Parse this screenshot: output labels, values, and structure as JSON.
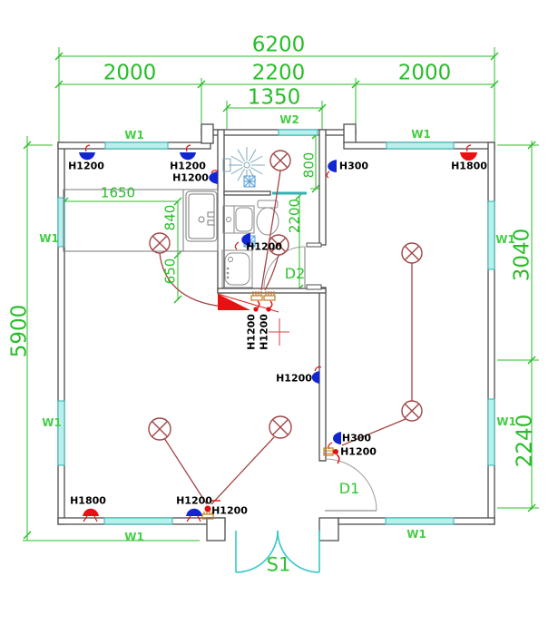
{
  "drawing_type": "residential electrical / lighting floor plan",
  "colors": {
    "dimension_green": "#28bd28",
    "wall_gray": "#4f4f4f",
    "window_fill": "#b8f0ee",
    "window_border": "#2fb3b3",
    "wire_red": "#a34545",
    "device_red": "#e81010",
    "device_blue": "#1325d0",
    "switch_orange": "#c8791e",
    "fixture_gray": "#8a8a8a",
    "entry_door_cyan": "#35c8c8"
  },
  "dims": {
    "d6200": "6200",
    "d2000": "2000",
    "d2200": "2200",
    "d1350": "1350",
    "d5900": "5900",
    "d3040": "3040",
    "d2240": "2240",
    "d1650": "1650",
    "d840": "840",
    "d650": "650",
    "d800": "800",
    "d2200i": "2200"
  },
  "marks": {
    "w1": "W1",
    "w2": "W2",
    "d1": "D1",
    "d2": "D2",
    "s1": "S1"
  },
  "fixture_labels": {
    "h1200": "H1200",
    "h300": "H300",
    "h1800": "H1800"
  },
  "fixtures": [
    {
      "label": "H1200",
      "type": "wall-light",
      "color": "blue",
      "location": "top wall left room, left"
    },
    {
      "label": "H1200",
      "type": "wall-light",
      "color": "blue",
      "location": "top wall left room, right"
    },
    {
      "label": "H1200",
      "type": "wall-light",
      "color": "blue",
      "location": "bathroom left wall, kitchen side"
    },
    {
      "label": "H1200",
      "type": "wall-light",
      "color": "blue",
      "location": "inside bathroom"
    },
    {
      "label": "H300",
      "type": "wall-light",
      "color": "blue",
      "location": "bathroom right wall, right room side"
    },
    {
      "label": "H1800",
      "type": "wall-light",
      "color": "red",
      "location": "top wall right room"
    },
    {
      "label": "H1200",
      "type": "wall-light",
      "color": "blue",
      "location": "partition wall, living side"
    },
    {
      "label": "H300",
      "type": "wall-light",
      "color": "blue",
      "location": "right room near door D1"
    },
    {
      "label": "H1200",
      "type": "switch",
      "color": "red",
      "location": "right room near door D1"
    },
    {
      "label": "H1200",
      "type": "switch",
      "color": "red",
      "location": "below bathroom, left"
    },
    {
      "label": "H1200",
      "type": "switch",
      "color": "red",
      "location": "below bathroom, right"
    },
    {
      "label": "H1800",
      "type": "wall-light",
      "color": "red",
      "location": "bottom wall living room"
    },
    {
      "label": "H1200",
      "type": "wall-light",
      "color": "blue",
      "location": "bottom wall living room"
    },
    {
      "label": "H1200",
      "type": "switch",
      "color": "red",
      "location": "bottom wall living room"
    }
  ],
  "ceiling_lights_count": 7,
  "equipment": [
    "shower",
    "exhaust-fan x2",
    "kitchen sink",
    "wash basin",
    "toilet",
    "bathtub",
    "kitchen counter"
  ]
}
